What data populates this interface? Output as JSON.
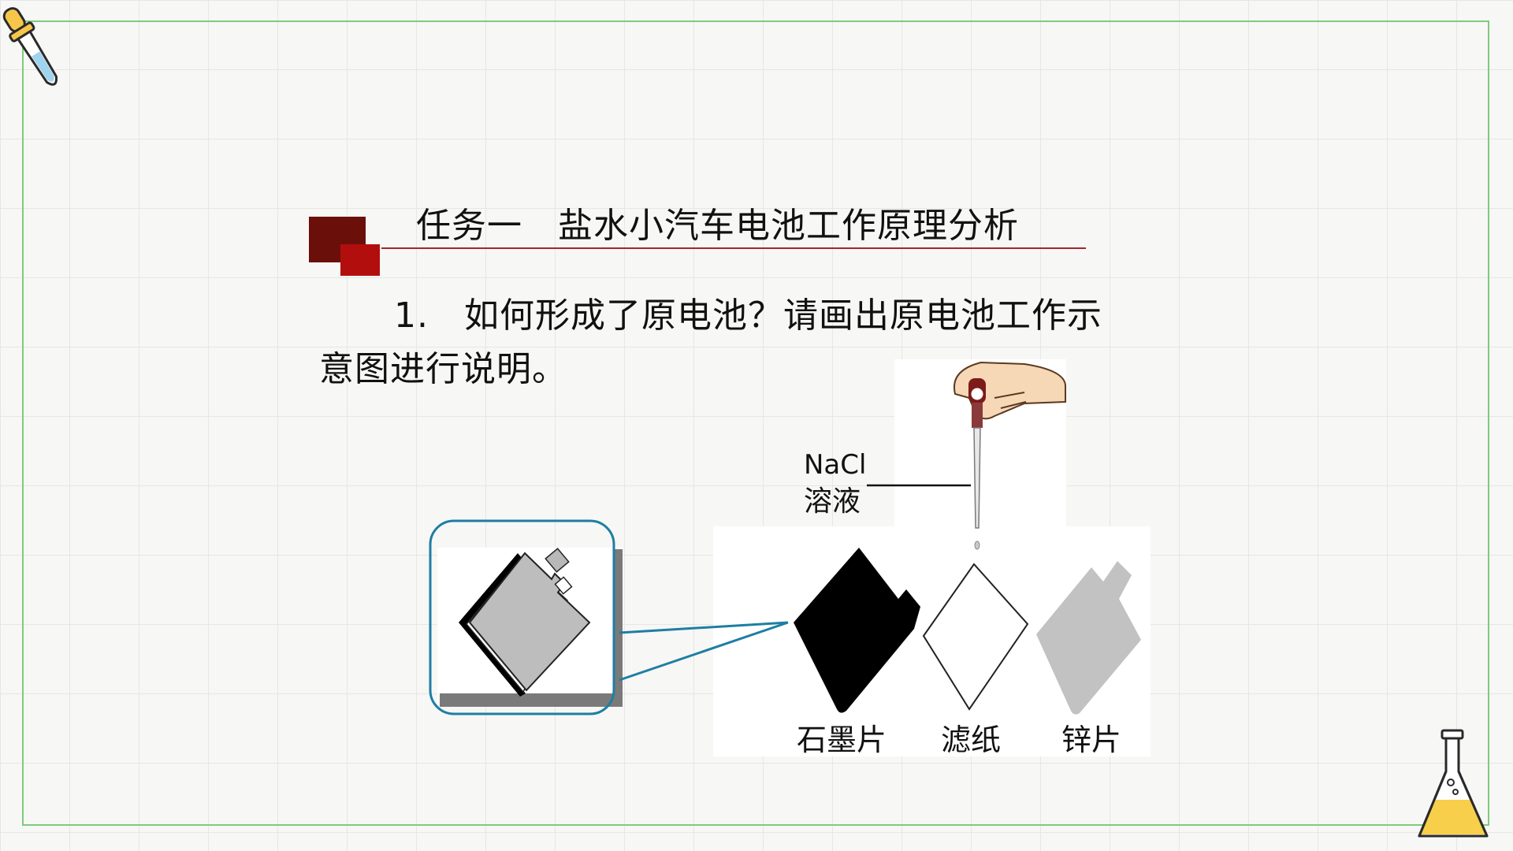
{
  "slide": {
    "title": "任务一   盐水小汽车电池工作原理分析",
    "question": {
      "line1": "1.   如何形成了原电池？请画出原电池工作示",
      "line2": "意图进行说明。"
    }
  },
  "figure": {
    "solution_label": {
      "line1": "NaCl",
      "line2": "溶液"
    },
    "materials": [
      {
        "label": "石墨片",
        "color": "#000000"
      },
      {
        "label": "滤纸",
        "color": "#ffffff"
      },
      {
        "label": "锌片",
        "color": "#c2c2c2"
      }
    ]
  },
  "colors": {
    "frame": "#7ecb7e",
    "accent_dark": "#6b0f0a",
    "accent_red": "#b30e0e",
    "callout": "#1e7ea3"
  }
}
